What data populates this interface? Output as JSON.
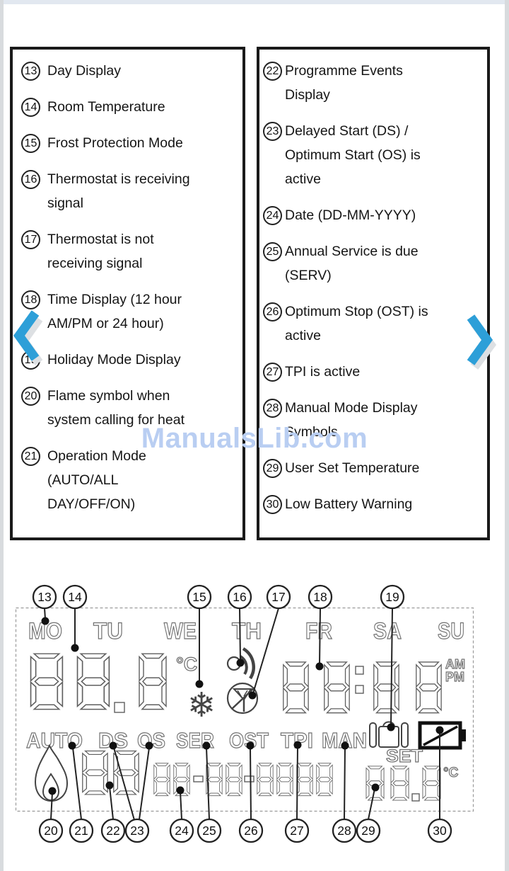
{
  "page": {
    "watermark": "ManualsLib.com",
    "accent_color": "#2d9fd8",
    "watermark_color": "#b9cef2"
  },
  "legend_left": {
    "items": [
      {
        "num": "13",
        "text": "Day Display"
      },
      {
        "num": "14",
        "text": "Room Temperature"
      },
      {
        "num": "15",
        "text": "Frost Protection Mode"
      },
      {
        "num": "16",
        "text": "Thermostat is receiving\nsignal"
      },
      {
        "num": "17",
        "text": "Thermostat is not\nreceiving signal"
      },
      {
        "num": "18",
        "text": "Time Display (12 hour\nAM/PM or 24 hour)"
      },
      {
        "num": "19",
        "text": "Holiday Mode Display"
      },
      {
        "num": "20",
        "text": "Flame symbol when\nsystem calling for heat"
      },
      {
        "num": "21",
        "text": "Operation Mode\n(AUTO/ALL\nDAY/OFF/ON)"
      }
    ]
  },
  "legend_right": {
    "items": [
      {
        "num": "22",
        "text": "Programme Events\nDisplay"
      },
      {
        "num": "23",
        "text": "Delayed Start (DS) /\nOptimum Start (OS) is\nactive"
      },
      {
        "num": "24",
        "text": "Date (DD-MM-YYYY)"
      },
      {
        "num": "25",
        "text": "Annual Service is due\n(SERV)"
      },
      {
        "num": "26",
        "text": "Optimum Stop (OST) is\nactive"
      },
      {
        "num": "27",
        "text": "TPI is active"
      },
      {
        "num": "28",
        "text": "Manual Mode Display\nSymbols"
      },
      {
        "num": "29",
        "text": "User Set Temperature"
      },
      {
        "num": "30",
        "text": "Low Battery Warning"
      }
    ]
  },
  "figure": {
    "days": [
      "MO",
      "TU",
      "WE",
      "TH",
      "FR",
      "SA",
      "SU"
    ],
    "modes": [
      "AUTO",
      "DS",
      "OS",
      "SER",
      "OST",
      "TPI",
      "MAN"
    ],
    "labels": {
      "celsius": "°C",
      "am": "AM",
      "pm": "PM",
      "set": "SET",
      "set_celsius": "°C",
      "frost": "❄"
    },
    "lcd_values": {
      "room_temp": "88.8",
      "time": "88:88",
      "programme": "88",
      "date": "88-88-8888",
      "set_temp": "88.8"
    },
    "callout_numbers": [
      "13",
      "14",
      "15",
      "16",
      "17",
      "18",
      "19",
      "20",
      "21",
      "22",
      "23",
      "24",
      "25",
      "26",
      "27",
      "28",
      "29",
      "30"
    ]
  }
}
